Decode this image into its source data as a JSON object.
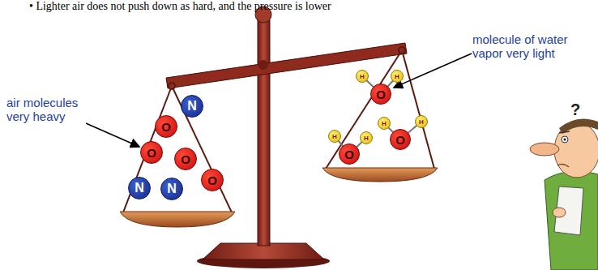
{
  "diagram": {
    "nodes": [
      {
        "text": [
          "N"
        ]
      },
      {
        "text": [
          "O"
        ]
      },
      {
        "text": [
          "O"
        ]
      },
      {
        "text": [
          "O"
        ]
      },
      {
        "text": [
          "O"
        ]
      },
      {
        "text": [
          "N"
        ]
      },
      {
        "text": [
          "N"
        ]
      },
      {
        "text": [
          "H"
        ]
      },
      {
        "text": [
          "H"
        ]
      },
      {
        "text": [
          "O"
        ]
      },
      {
        "text": [
          "H"
        ]
      },
      {
        "text": [
          "H"
        ]
      },
      {
        "text": [
          "O"
        ]
      },
      {
        "text": [
          "H"
        ]
      },
      {
        "text": [
          "H"
        ]
      },
      {
        "text": [
          "O"
        ]
      }
    ],
    "labels": [
      "• Lighter air does not push down as hard, and the pressure is lower",
      "air molecules very heavy",
      "molecule of water vapor very light",
      "?"
    ]
  }
}
